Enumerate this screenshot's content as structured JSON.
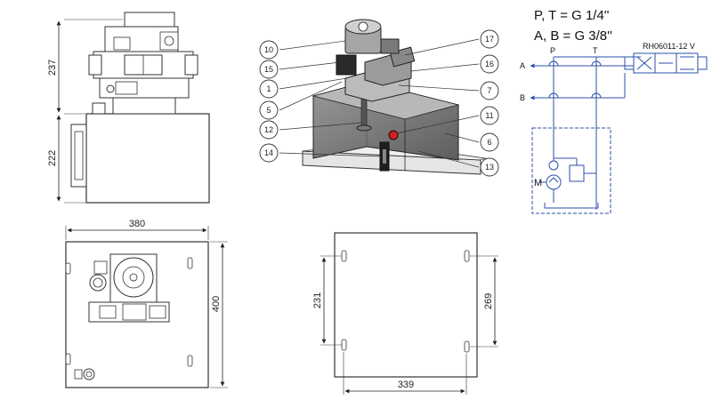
{
  "dimensions": {
    "front_top_height": "237",
    "front_tank_height": "222",
    "top_width": "380",
    "top_depth": "400",
    "base_hole_vertical_left": "231",
    "base_hole_vertical_right": "269",
    "base_hole_horizontal": "339"
  },
  "callouts": [
    "10",
    "15",
    "1",
    "5",
    "12",
    "14",
    "17",
    "16",
    "7",
    "11",
    "6",
    "13"
  ],
  "ports_spec": {
    "line1": "P, T = G 1/4''",
    "line2": "A, B = G 3/8''"
  },
  "schematic": {
    "valve_model": "RH06011-12 V",
    "port_a": "A",
    "port_b": "B",
    "port_p": "P",
    "port_t": "T",
    "motor": "M",
    "line_color": "#2b4fa8"
  }
}
